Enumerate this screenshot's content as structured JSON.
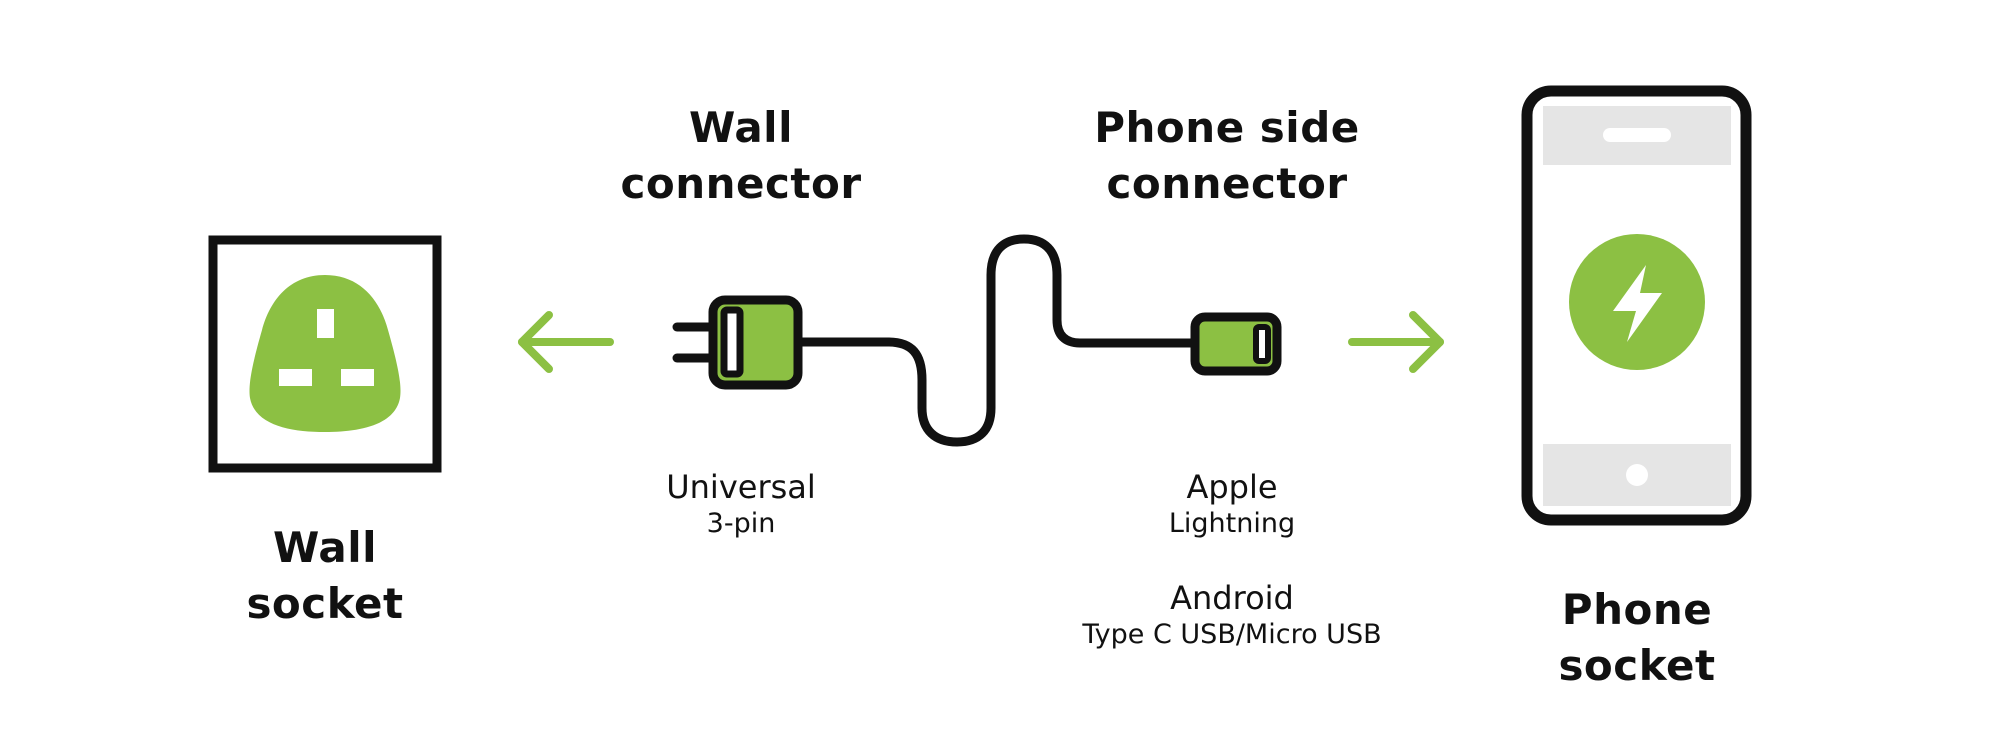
{
  "labels": {
    "wall_connector": [
      "Wall",
      "connector"
    ],
    "phone_side_connector": [
      "Phone side",
      "connector"
    ],
    "wall_socket": [
      "Wall",
      "socket"
    ],
    "phone_socket": [
      "Phone",
      "socket"
    ]
  },
  "connector_types": {
    "universal": "Universal",
    "universal_detail": "3-pin",
    "apple": "Apple",
    "apple_detail": "Lightning",
    "android": "Android",
    "android_detail": "Type C USB/Micro USB"
  },
  "icons": {
    "wall_socket": "uk-three-pin-socket-icon",
    "plug": "three-pin-plug-icon",
    "phone_connector": "phone-connector-icon",
    "phone": "smartphone-charging-icon",
    "left_arrow": "arrow-left-icon",
    "right_arrow": "arrow-right-icon"
  },
  "colors": {
    "accent_green": "#8cc043",
    "outline": "#111111",
    "screen_bar": "#e5e5e5",
    "background": "#ffffff"
  }
}
